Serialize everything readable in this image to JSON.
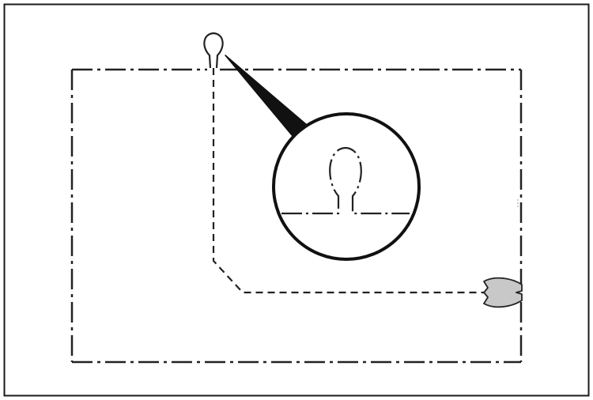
{
  "diagram": {
    "components": [
      {
        "id": "outer-frame",
        "kind": "border"
      },
      {
        "id": "boundary-line",
        "kind": "dash-dot-line"
      },
      {
        "id": "guide-wire",
        "kind": "dashed-line"
      },
      {
        "id": "keyhole-cutout",
        "kind": "keyhole-notch"
      },
      {
        "id": "magnifier-callout",
        "kind": "detail-view"
      },
      {
        "id": "transmitter-unit",
        "kind": "device"
      }
    ],
    "colors": {
      "stroke": "#222222",
      "frame": "#1a1a1a",
      "device_fill": "#c8c8c8",
      "background": "#ffffff"
    }
  }
}
